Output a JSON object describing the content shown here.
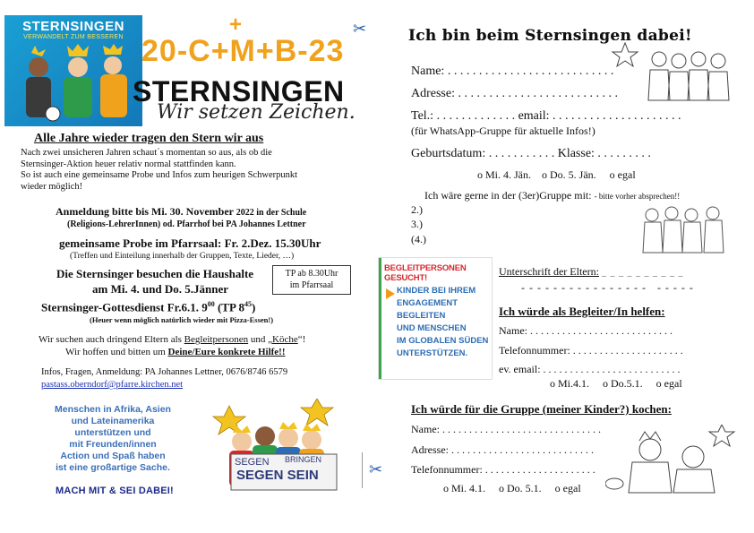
{
  "left": {
    "logo_title": "STERNSINGEN",
    "logo_sub": "VERWANDELT ZUM BESSEREN",
    "formula": "20-C+M+B-23",
    "plus": "+",
    "brand": "STERNSINGEN",
    "slogan": "Wir setzen Zeichen.",
    "heading": "Alle Jahre wieder tragen den Stern wir aus",
    "intro1": "Nach zwei unsicheren Jahren schaut´s momentan so aus, als ob die",
    "intro2": "Sternsinger-Aktion heuer relativ normal stattfinden kann.",
    "intro3": "So ist auch eine gemeinsame Probe und Infos zum heurigen Schwerpunkt",
    "intro4": "wieder möglich!",
    "anmeldung_a": "Anmeldung bitte bis Mi. 30. November",
    "anmeldung_b": "2022 in der Schule",
    "anmeldung2": "(Religions-LehrerInnen) od.  Pfarrhof bei PA Johannes Lettner",
    "probe": "gemeinsame Probe im Pfarrsaal: Fr. 2.Dez. 15.30Uhr",
    "probe_sub": "(Treffen und Einteilung innerhalb der Gruppen, Texte, Lieder, …)",
    "besuch1": "Die Sternsinger besuchen die Haushalte",
    "besuch2": "am Mi. 4. und Do. 5.Jänner",
    "tp_box1": "TP ab 8.30Uhr",
    "tp_box2": "im Pfarrsaal",
    "gottesdienst_a": "Sternsinger-Gottesdienst Fr.6.1. 9",
    "gottesdienst_sup1": "00",
    "gottesdienst_b": " (TP 8",
    "gottesdienst_sup2": "45",
    "gottesdienst_c": ")",
    "pizza": "(Heuer wenn möglich natürlich wieder mit Pizza-Essen!)",
    "suchen_a": "Wir suchen auch dringend Eltern als ",
    "suchen_link1": "Begleitpersonen",
    "suchen_mid": " und ",
    "suchen_link2": "„Köche",
    "suchen_end": "“!",
    "hoffen_a": "Wir hoffen und bitten um ",
    "hoffen_b": "Deine/Eure konkrete Hilfe!!",
    "infos": "Infos, Fragen, Anmeldung: PA Johannes Lettner, 0676/8746 6579",
    "email": "pastass.oberndorf@pfarre.kirchen.net",
    "blue1": "Menschen in Afrika, Asien",
    "blue2": "und Lateinamerika",
    "blue3": "unterstützen und",
    "blue4": "mit Freunden/innen",
    "blue5": "Action und Spaß haben",
    "blue6": "ist eine großartige Sache.",
    "machmit": "MACH MIT & SEI DABEI!",
    "banner1": "SEGEN",
    "banner2": "BRINGEN",
    "banner3": "SEGEN SEIN"
  },
  "right": {
    "title": "Ich bin beim Sternsingen dabei!",
    "name": "Name:  . . . . . . . . . . . . . . . . . . . . . . . . . . .",
    "adresse": "Adresse: . . . . . . . . . . . . . . . . . . . . . . . . . .",
    "tel": "Tel.: . . . . . . . . . . . . . email: . . . . . . . . . . . . . . . . . . . . .",
    "whatsapp": "(für WhatsApp-Gruppe für aktuelle Infos!)",
    "geburt": "Geburtsdatum: . . . . . . . . . . . Klasse: . . . . . . . . .",
    "options1": "o Mi. 4. Jän.    o Do. 5. Jän.     o egal",
    "gruppe_a": "Ich wäre gerne in der (3er)Gruppe mit: ",
    "gruppe_b": "- bitte vorher absprechen!!",
    "g2": "2.)",
    "g3": "3.)",
    "g4": "(4.)",
    "sticker1": "BEGLEITPERSONEN GESUCHT!",
    "sticker2": "KINDER BEI IHREM",
    "sticker3": "ENGAGEMENT BEGLEITEN",
    "sticker4": "UND MENSCHEN",
    "sticker5": "IM GLOBALEN SÜDEN",
    "sticker6": "UNTERSTÜTZEN.",
    "unterschrift": "Unterschrift der Eltern:",
    "unterschrift_line": "_ _ _ _ _ _ _ _ _ _",
    "dashes": "- - - - - - - - - - - - - - - -   - - - - -",
    "begleit_head": "Ich würde als Begleiter/In helfen:",
    "b_name": "Name: . . . . . . . . . . . . . . . . . . . . . . . . . . .",
    "b_tel": "Telefonnummer: . . . . . . . . . . . . . . . . . . . . .",
    "b_email": "ev. email: . . . . . . . . . . . . . . . . . . . . . . . . . .",
    "b_options": "o Mi.4.1.     o Do.5.1.     o egal",
    "koch_head": "Ich würde für die Gruppe (meiner Kinder?) kochen:",
    "k_name": "Name: . . . . . . . . . . . . . . . . . . . . . . . . . . . . . .",
    "k_adresse": "Adresse: . . . . . . . . . . . . . . . . . . . . . . . . . . .",
    "k_tel": "Telefonnummer: . . . . . . . . . . . . . . . . . . . . .",
    "k_options": "o Mi. 4.1.     o Do. 5.1.     o egal"
  },
  "colors": {
    "logo_blue": "#1b8fc7",
    "formula_orange": "#f0a21c",
    "blue_text": "#3b6fb8",
    "sticker_green": "#3aa54a",
    "sticker_red": "#d9262b",
    "sticker_orange": "#f39a1e",
    "sticker_blue": "#2d6db5",
    "link": "#1a2fb0"
  }
}
